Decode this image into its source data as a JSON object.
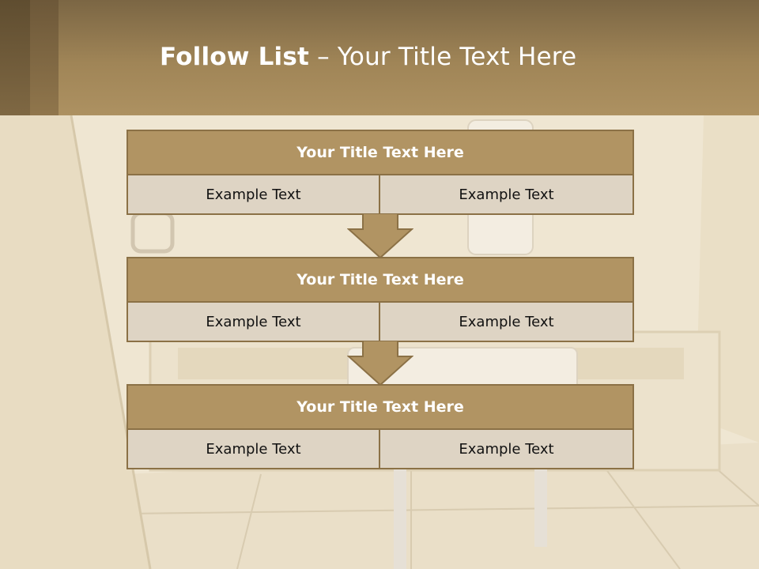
{
  "slide": {
    "title_bold": "Follow List",
    "title_rest": "– Your Title Text Here"
  },
  "blocks": [
    {
      "title": "Your Title Text Here",
      "cells": [
        "Example Text",
        "Example Text"
      ]
    },
    {
      "title": "Your Title Text Here",
      "cells": [
        "Example Text",
        "Example Text"
      ]
    },
    {
      "title": "Your Title Text Here",
      "cells": [
        "Example Text",
        "Example Text"
      ]
    }
  ],
  "colors": {
    "header": "#a08557",
    "block_title": "#b19463",
    "block_cell": "#ded4c4",
    "border": "#8b7146",
    "arrow": "#b19463"
  }
}
